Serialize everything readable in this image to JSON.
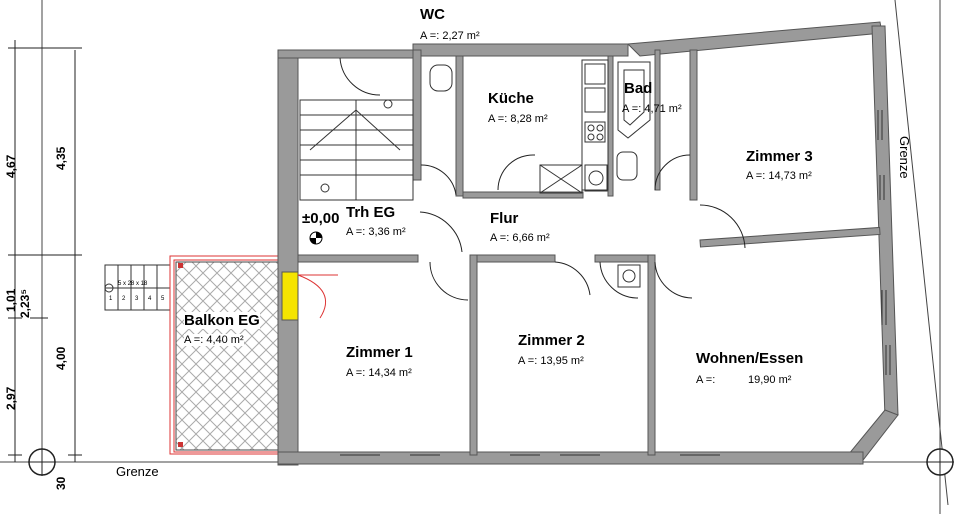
{
  "rooms": {
    "wc": {
      "name": "WC",
      "area": "A =: 2,27 m²"
    },
    "kueche": {
      "name": "Küche",
      "area": "A =: 8,28 m²"
    },
    "bad": {
      "name": "Bad",
      "area": "A =: 4,71 m²"
    },
    "zimmer3": {
      "name": "Zimmer 3",
      "area": "A =: 14,73 m²"
    },
    "trh": {
      "name": "Trh EG",
      "area": "A =: 3,36 m²"
    },
    "flur": {
      "name": "Flur",
      "area": "A =: 6,66 m²"
    },
    "balkon": {
      "name": "Balkon EG",
      "area": "A =:   4,40 m²"
    },
    "zimmer1": {
      "name": "Zimmer 1",
      "area": "A =: 14,34 m²"
    },
    "zimmer2": {
      "name": "Zimmer 2",
      "area": "A =: 13,95 m²"
    },
    "wohnen": {
      "name": "Wohnen/Essen",
      "area_prefix": "A =:",
      "area_value": "19,90 m²"
    }
  },
  "level": "±0,00",
  "boundary_label": "Grenze",
  "stair_note": "5 x 28 x 18",
  "stair_steps": [
    "1",
    "2",
    "3",
    "4",
    "5"
  ],
  "dimensions": {
    "d467": "4,67",
    "d435": "4,35",
    "d101": "1,01",
    "d2235": "2,23⁵",
    "d400": "4,00",
    "d297": "2,97",
    "d30": "30"
  },
  "colors": {
    "wall": "#9a9a9a",
    "balcony_outline": "#d33",
    "door_highlight": "#f5e400",
    "hatch": "#aaaaaa"
  }
}
